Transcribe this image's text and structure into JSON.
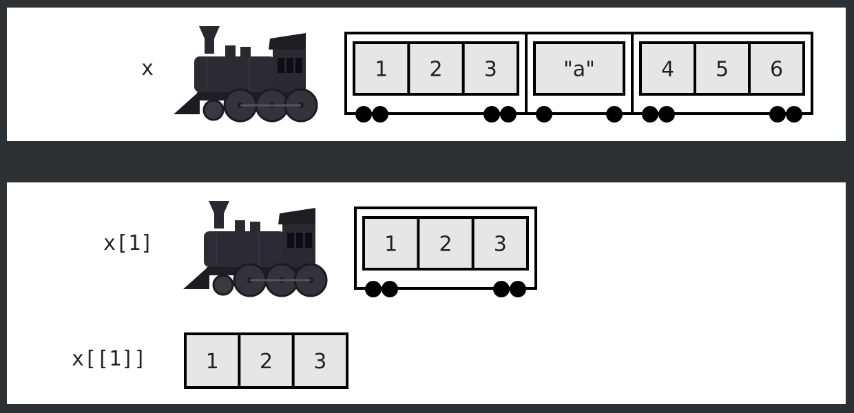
{
  "colors": {
    "background": "#2d3133",
    "panel": "#ffffff",
    "cell_fill": "#e6e6e6",
    "outline": "#000000",
    "locomotive": "#2a2830"
  },
  "top": {
    "label": "x",
    "cars": [
      {
        "cells": [
          "1",
          "2",
          "3"
        ]
      },
      {
        "cells": [
          "\"a\""
        ]
      },
      {
        "cells": [
          "4",
          "5",
          "6"
        ]
      }
    ]
  },
  "bottom": {
    "single_bracket": {
      "label": "x[1]",
      "cars": [
        {
          "cells": [
            "1",
            "2",
            "3"
          ]
        }
      ]
    },
    "double_bracket": {
      "label": "x[[1]]",
      "cells": [
        "1",
        "2",
        "3"
      ]
    }
  }
}
